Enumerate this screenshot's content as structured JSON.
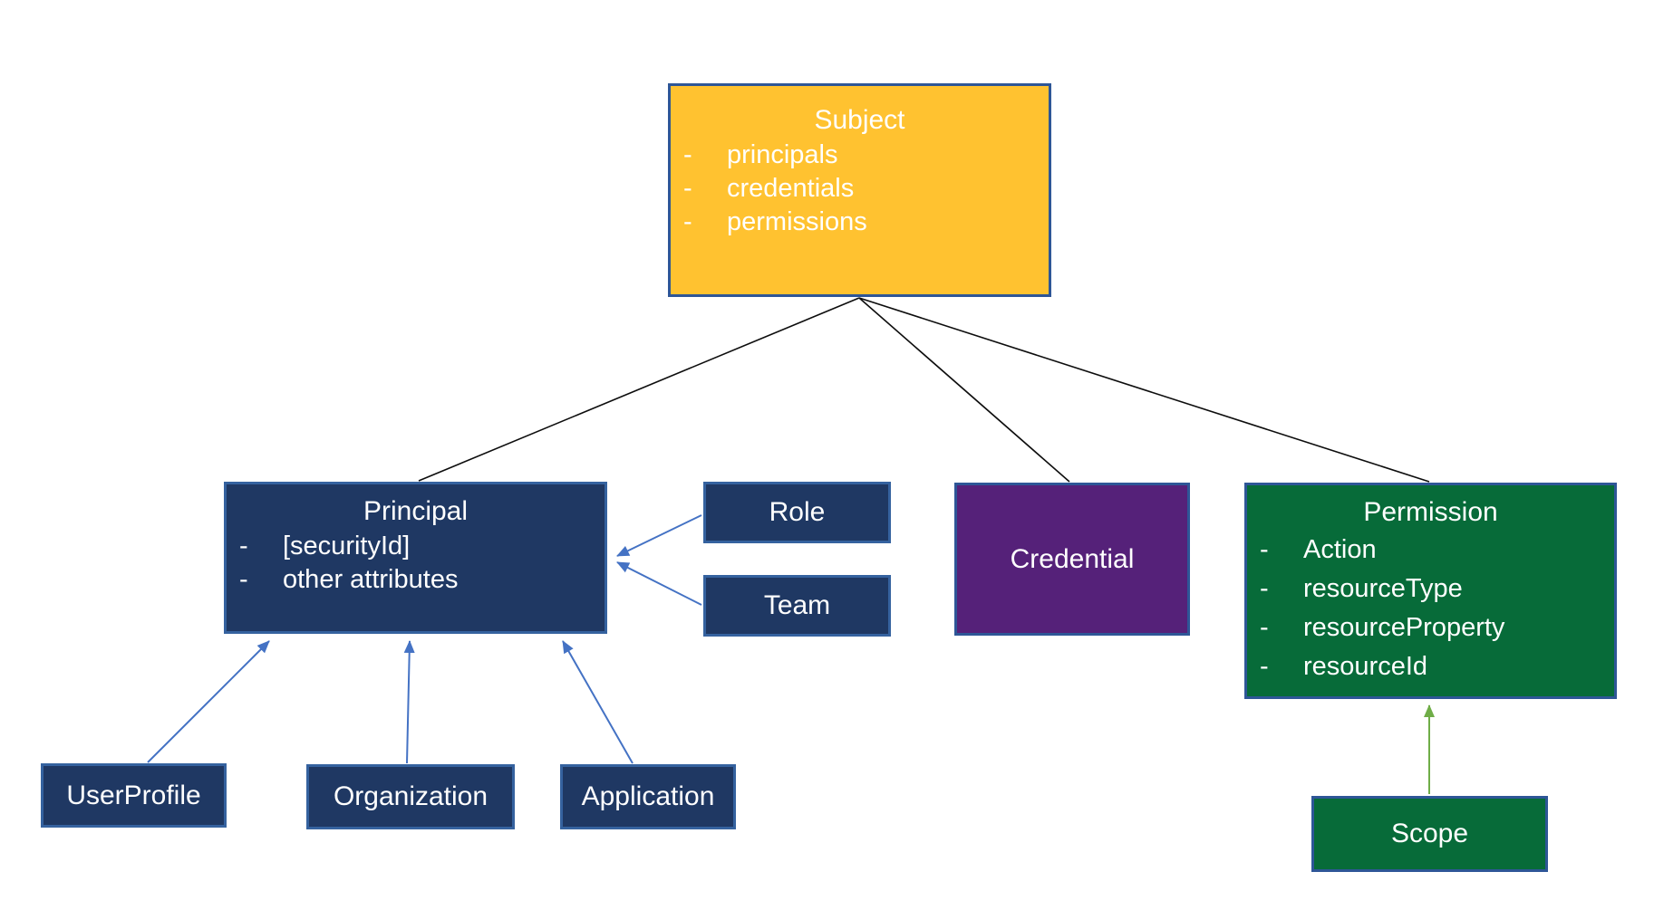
{
  "bullet": "-",
  "colors": {
    "background": "#FFFFFF",
    "subject_fill": "#FFC230",
    "navy_fill": "#1F3863",
    "credential_fill": "#552179",
    "permission_fill": "#076B39",
    "box_border_blue": "#2E5697",
    "text": "#FFFFFF",
    "connector_black": "#0D0D0D",
    "connector_blue": "#4472C4",
    "connector_green": "#6FAD47"
  },
  "nodes": {
    "subject": {
      "title": "Subject",
      "items": [
        "principals",
        "credentials",
        "permissions"
      ]
    },
    "principal": {
      "title": "Principal",
      "items": [
        "[securityId]",
        "other attributes"
      ]
    },
    "role": {
      "title": "Role"
    },
    "team": {
      "title": "Team"
    },
    "credential": {
      "title": "Credential"
    },
    "permission": {
      "title": "Permission",
      "items": [
        "Action",
        "resourceType",
        "resourceProperty",
        "resourceId"
      ]
    },
    "userprofile": {
      "title": "UserProfile"
    },
    "organization": {
      "title": "Organization"
    },
    "application": {
      "title": "Application"
    },
    "scope": {
      "title": "Scope"
    }
  },
  "edges": [
    {
      "from": "Subject",
      "to": "Principal",
      "type": "plain-line"
    },
    {
      "from": "Subject",
      "to": "Credential",
      "type": "plain-line"
    },
    {
      "from": "Subject",
      "to": "Permission",
      "type": "plain-line"
    },
    {
      "from": "UserProfile",
      "to": "Principal",
      "type": "blue-arrow"
    },
    {
      "from": "Organization",
      "to": "Principal",
      "type": "blue-arrow"
    },
    {
      "from": "Application",
      "to": "Principal",
      "type": "blue-arrow"
    },
    {
      "from": "Role",
      "to": "Principal",
      "type": "blue-arrow"
    },
    {
      "from": "Team",
      "to": "Principal",
      "type": "blue-arrow"
    },
    {
      "from": "Scope",
      "to": "Permission",
      "type": "green-arrow"
    }
  ]
}
